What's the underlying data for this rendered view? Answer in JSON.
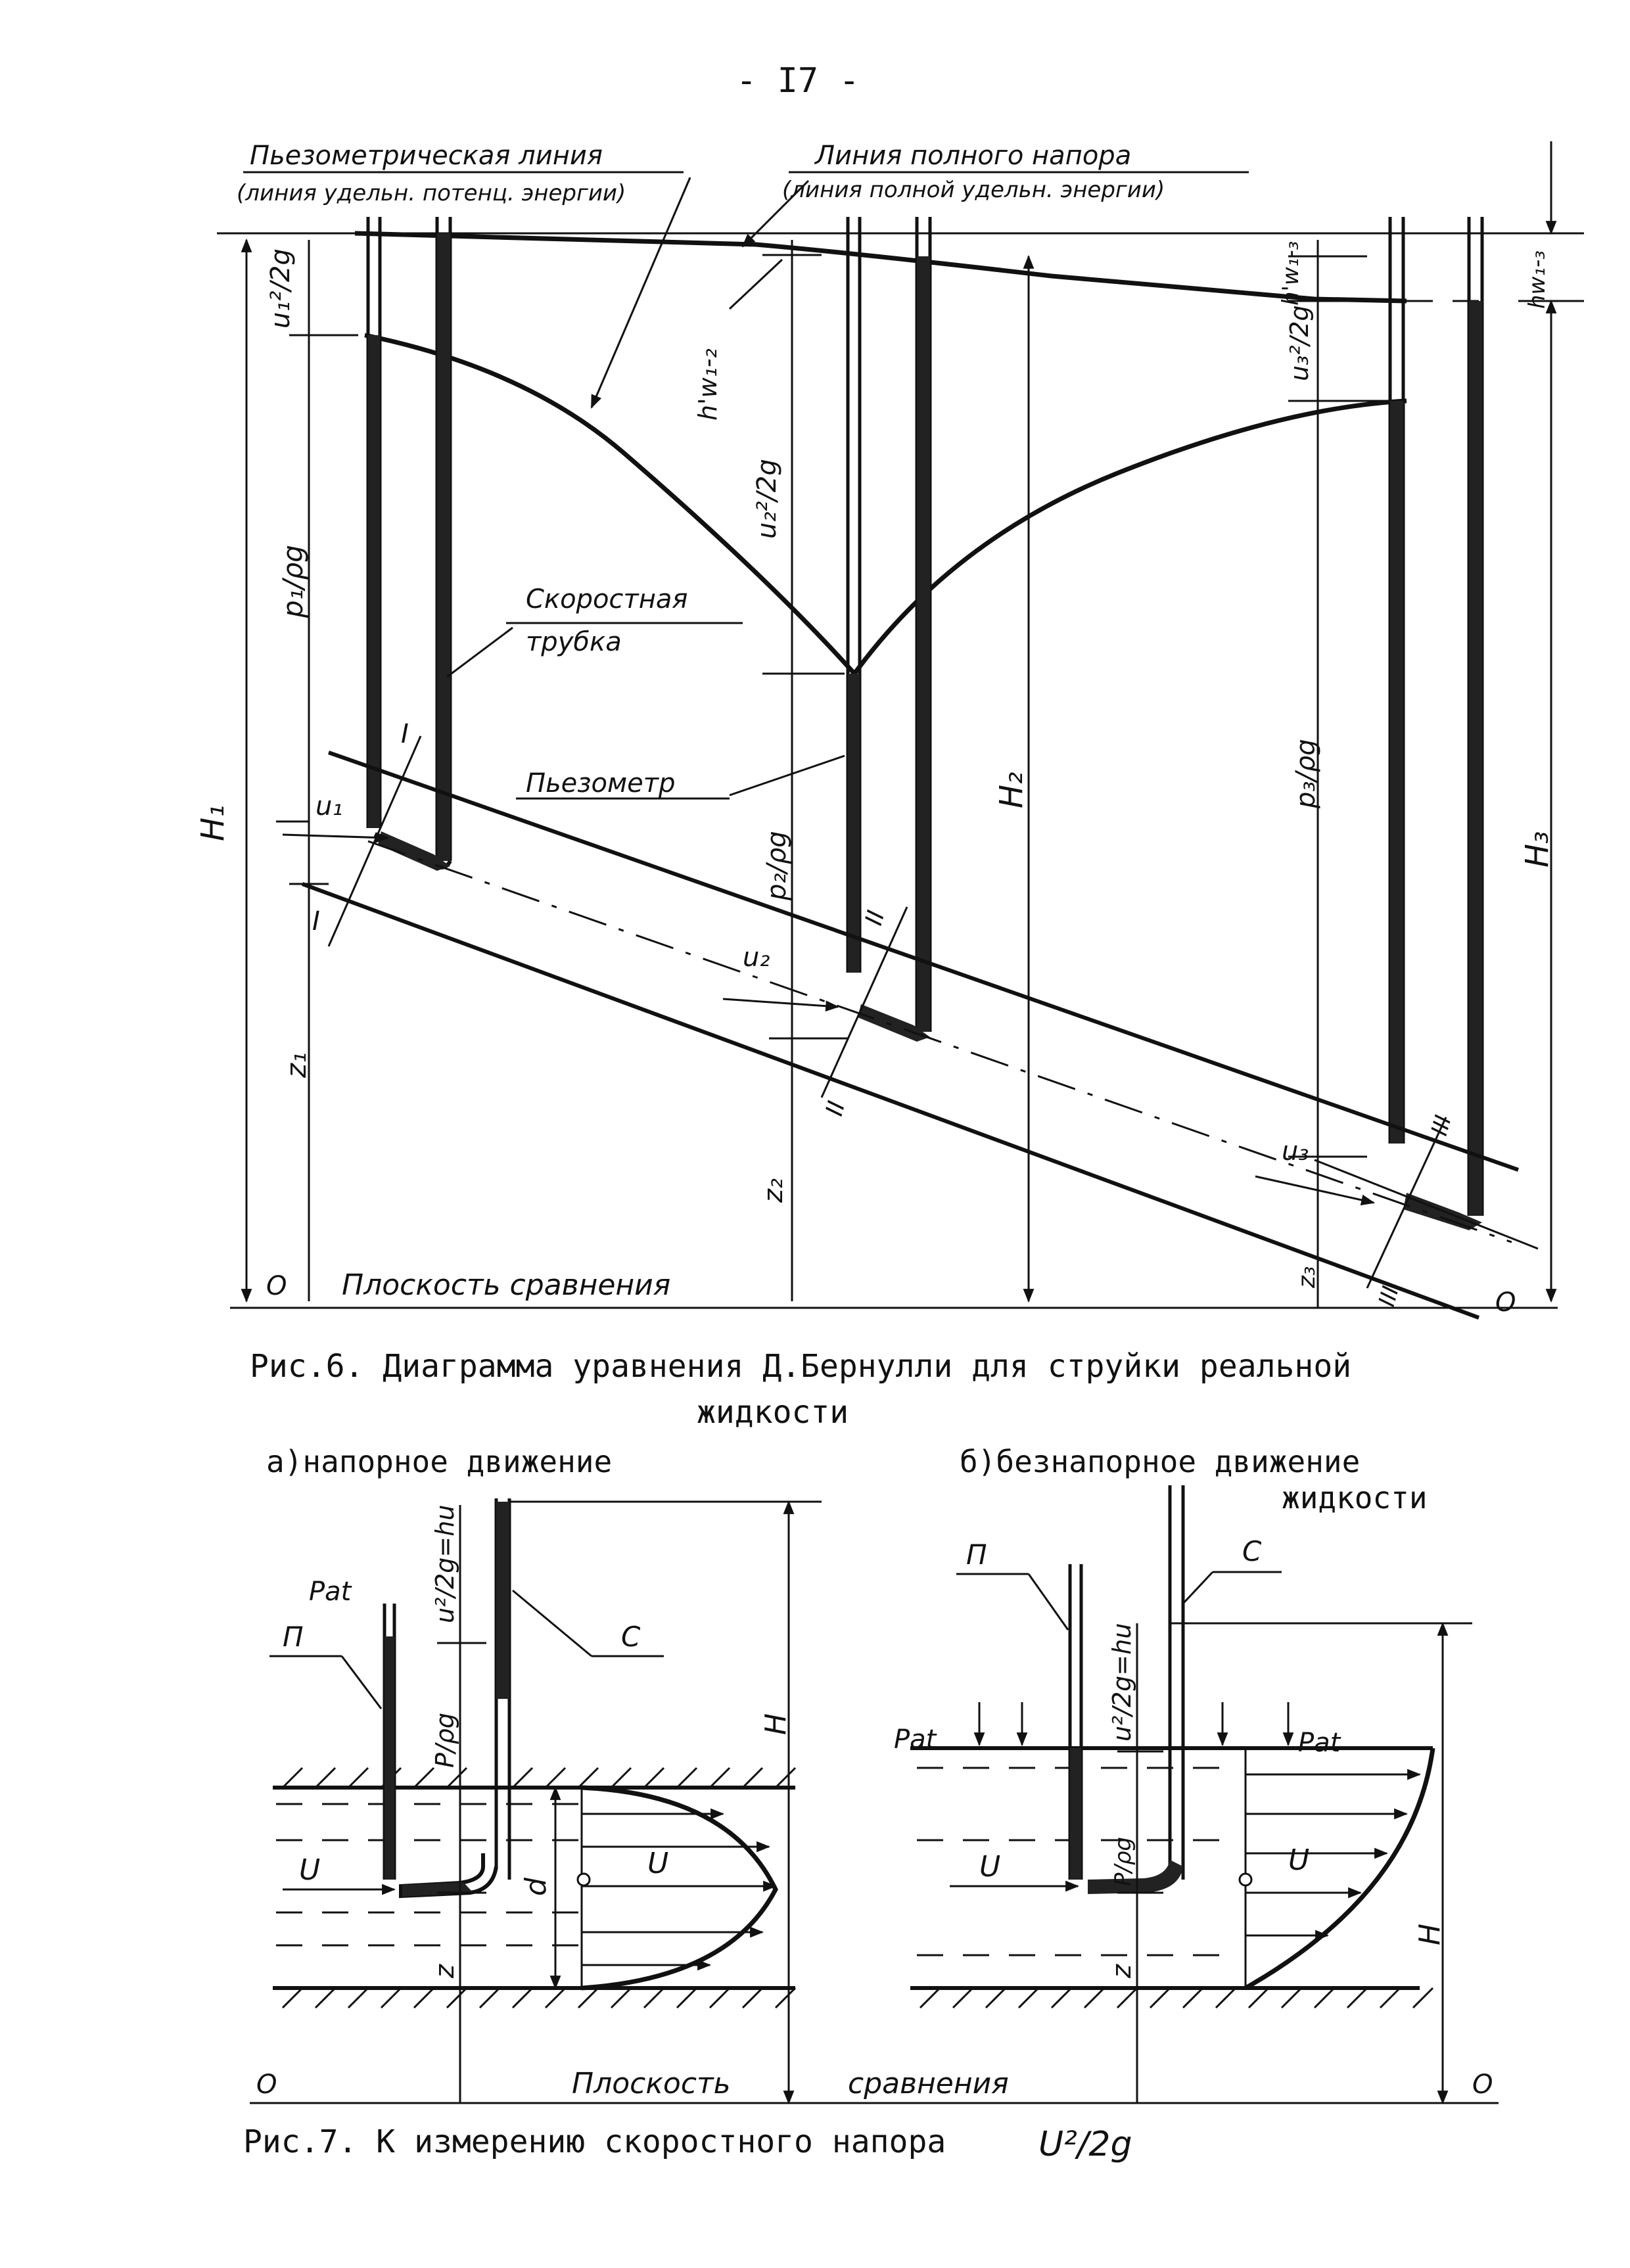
{
  "page_number": "- I7 -",
  "fig6": {
    "label_piezo_line": "Пьезометрическая линия",
    "label_piezo_line_sub": "(линия удельн. потенц. энергии)",
    "label_total_head": "Линия полного напора",
    "label_total_head_sub": "(линия полной удельн. энергии)",
    "label_velocity_tube_1": "Скоростная",
    "label_velocity_tube_2": "трубка",
    "label_piezometer": "Пьезометр",
    "label_plane": "Плоскость сравнения",
    "sym_u1_2g": "u₁²/2g",
    "sym_p1": "p₁/ρg",
    "sym_H1": "H₁",
    "sym_z1": "z₁",
    "sym_u1": "u₁",
    "sym_I_top": "I",
    "sym_I_bot": "I",
    "sym_hw12": "h'w₁-₂",
    "sym_u2_2g": "u₂²/2g",
    "sym_p2": "p₂/ρg",
    "sym_z2": "z₂",
    "sym_u2": "u₂",
    "sym_II_top": "II",
    "sym_II_bot": "II",
    "sym_H2": "H₂",
    "sym_hw13_a": "h'w₁-₃",
    "sym_hw13_b": "hw₁-₃",
    "sym_u3_2g": "u₃²/2g",
    "sym_p3": "p₃/ρg",
    "sym_H3": "H₃",
    "sym_z3": "z₃",
    "sym_u3": "u₃",
    "sym_III_top": "III",
    "sym_III_bot": "III",
    "sym_O_left": "O",
    "sym_O_right": "O",
    "caption_1": "Рис.6. Диаграмма уравнения Д.Бернулли для струйки реальной",
    "caption_2": "жидкости"
  },
  "fig7": {
    "title_a": "а)напорное движение",
    "title_b_1": "б)безнапорное движение",
    "title_b_2": "жидкости",
    "a_patm": "Pat",
    "a_P": "П",
    "a_C": "C",
    "a_u2g": "u²/2g=hu",
    "a_p": "P/ρg",
    "a_H": "H",
    "a_u_left": "U",
    "a_u_profile": "U",
    "a_d": "d",
    "a_z": "z",
    "b_P": "П",
    "b_C": "C",
    "b_patm_left": "Pat",
    "b_patm_right": "Pat",
    "b_u2g": "u²/2g=hu",
    "b_p": "P/ρg",
    "b_u_left": "U",
    "b_u_profile": "U",
    "b_H": "H",
    "b_z": "z",
    "label_plane_1": "Плоскость",
    "label_plane_2": "сравнения",
    "sym_O_left": "O",
    "sym_O_right": "O",
    "caption": "Рис.7. К измерению скоростного напора",
    "caption_formula": "U²/2g"
  }
}
